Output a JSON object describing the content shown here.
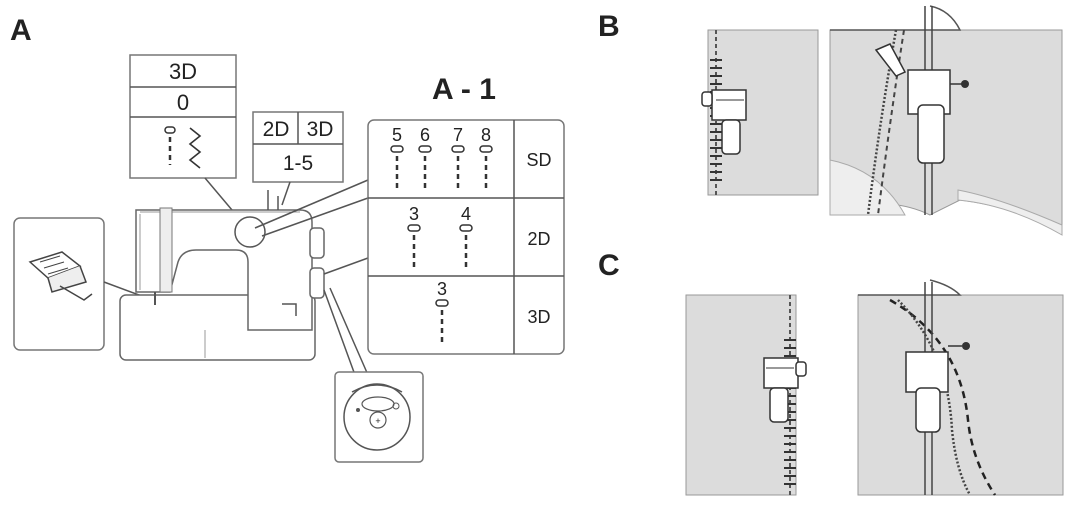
{
  "panels": {
    "a": "A",
    "a1": "A - 1",
    "b": "B",
    "c": "C"
  },
  "callout_3d_stitch": {
    "header": "3D",
    "value": "0"
  },
  "callout_position": {
    "col1": "2D",
    "col2": "3D",
    "value": "1-5"
  },
  "a1_table": {
    "rows": [
      {
        "label": "SD",
        "positions": [
          "5",
          "6",
          "7",
          "8"
        ]
      },
      {
        "label": "2D",
        "positions": [
          "3",
          "4"
        ]
      },
      {
        "label": "3D",
        "positions": [
          "3"
        ]
      }
    ]
  },
  "colors": {
    "line": "#555555",
    "fabric": "#dcdcdc",
    "text": "#222222"
  }
}
